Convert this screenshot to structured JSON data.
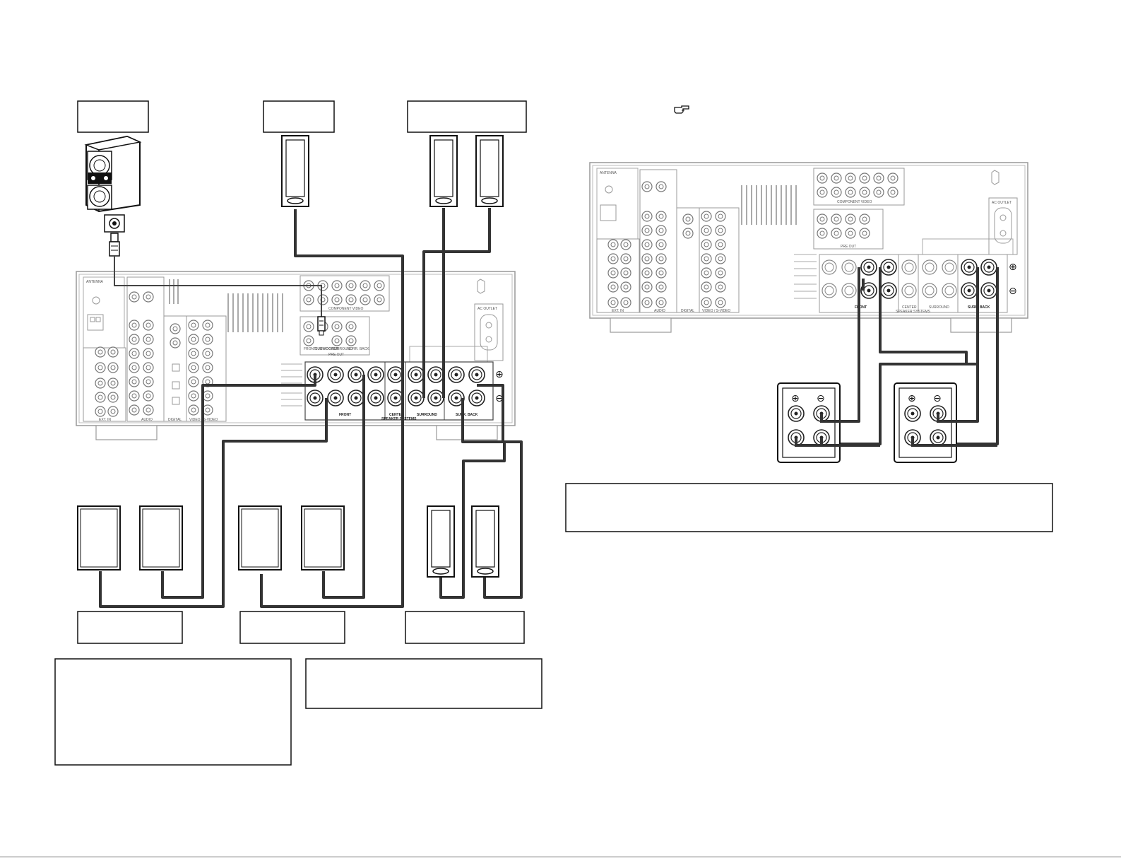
{
  "left_panel": {
    "speaker_terminal_labels": [
      "FRONT",
      "CENTER",
      "SURROUND",
      "SURR. BACK"
    ],
    "section_label": "SPEAKER SYSTEMS",
    "preout_labels": [
      "FRONT",
      "SUBWOOFER",
      "SURROUND",
      "SURR. BACK"
    ],
    "preout_section": "PRE OUT",
    "bottom_panel_labels": [
      "EXT. IN",
      "AUDIO",
      "DIGITAL",
      "VIDEO / S-VIDEO"
    ],
    "antenna_label": "ANTENNA",
    "ac_outlet_label": "AC OUTLET",
    "component_label": "COMPONENT VIDEO"
  },
  "right_panel": {
    "speaker_terminal_labels": [
      "FRONT",
      "CENTER",
      "SURROUND",
      "SURR. BACK"
    ],
    "section_label": "SPEAKER SYSTEMS",
    "bottom_panel_labels": [
      "EXT. IN",
      "AUDIO",
      "DIGITAL",
      "VIDEO / S-VIDEO"
    ],
    "antenna_label": "ANTENNA",
    "ac_outlet_label": "AC OUTLET",
    "component_label": "COMPONENT VIDEO",
    "preout_section": "PRE OUT"
  },
  "terminal_signs": {
    "plus": "⊕",
    "minus": "⊖"
  },
  "icons": {
    "pointer": "pointing-hand-icon"
  }
}
